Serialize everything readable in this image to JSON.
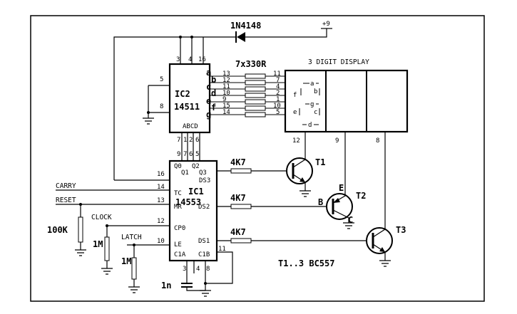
{
  "diode": "1N4148",
  "supply": "+9",
  "ic2": {
    "name": "IC2",
    "part": "14511",
    "top_pins": [
      "3",
      "4",
      "16"
    ],
    "pin5": "5",
    "pin8": "8",
    "bottom_label": "ABCD",
    "bottom_pins": [
      "7",
      "1",
      "2",
      "6"
    ],
    "outputs": [
      "a",
      "b",
      "c",
      "d",
      "e",
      "f",
      "g"
    ]
  },
  "resistor_array": "7x330R",
  "left_pins": [
    "13",
    "12",
    "11",
    "10",
    "9",
    "15",
    "14"
  ],
  "right_pins": [
    "11",
    "7",
    "4",
    "2",
    "1",
    "10",
    "5"
  ],
  "display": {
    "title": "3 DIGIT DISPLAY",
    "pins": [
      "12",
      "9",
      "8"
    ],
    "seg_a": "a",
    "seg_b": "b",
    "seg_f": "f",
    "seg_g": "g",
    "seg_e": "e",
    "seg_c": "c",
    "seg_d": "d"
  },
  "ic1": {
    "name": "IC1",
    "part": "14553",
    "top_pins": [
      "9",
      "7",
      "6",
      "5"
    ],
    "inside": {
      "q0": "Q0",
      "q2": "Q2",
      "q1": "Q1",
      "q3": "Q3",
      "ds3": "DS3",
      "tc": "TC",
      "mr": "MR",
      "ds2": "DS2",
      "cp0": "CP0",
      "le": "LE",
      "ds1": "DS1",
      "c1a": "C1A",
      "c1b": "C1B"
    },
    "left_pins": {
      "p16": "16",
      "p14": "14",
      "p13": "13",
      "p12": "12",
      "p10": "10"
    },
    "bottom_pins": {
      "p3": "3",
      "p4": "4",
      "p8": "8"
    },
    "right_pin": "11"
  },
  "signals": {
    "carry": "CARRY",
    "reset": "RESET",
    "clock": "CLOCK",
    "latch": "LATCH"
  },
  "components": {
    "r_base": "4K7",
    "r_reset": "100K",
    "r_clock": "1M",
    "r_latch": "1M",
    "cap": "1n"
  },
  "transistors": {
    "t1": "T1",
    "t2": "T2",
    "t3": "T3",
    "b": "B",
    "e": "E",
    "c": "C"
  },
  "note": "T1..3    BC557"
}
